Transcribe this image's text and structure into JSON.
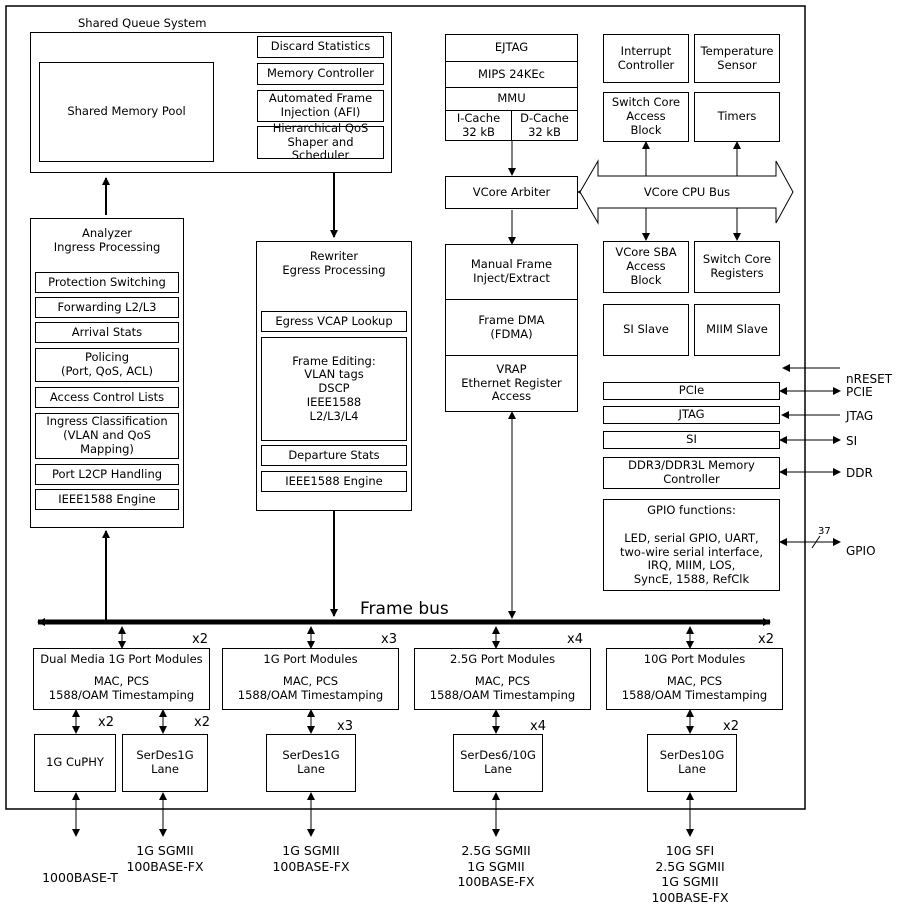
{
  "shared_queue": {
    "title": "Shared Queue System",
    "memory_pool": "Shared Memory Pool",
    "discard": "Discard Statistics",
    "memctrl": "Memory Controller",
    "afi": "Automated Frame\nInjection (AFI)",
    "qos": "Hierarchical QoS\nShaper and Scheduler"
  },
  "analyzer": {
    "title": "Analyzer\nIngress Processing",
    "items": [
      "Protection Switching",
      "Forwarding L2/L3",
      "Arrival Stats",
      "Policing\n(Port, QoS, ACL)",
      "Access Control Lists",
      "Ingress Classification\n(VLAN and QoS Mapping)",
      "Port L2CP Handling",
      "IEEE1588 Engine"
    ]
  },
  "rewriter": {
    "title": "Rewriter\nEgress Processing",
    "vcap": "Egress VCAP Lookup",
    "editing": "Frame Editing:\nVLAN tags\nDSCP\nIEEE1588\nL2/L3/L4",
    "departure": "Departure Stats",
    "ieee": "IEEE1588 Engine"
  },
  "cpu": {
    "ejtag": "EJTAG",
    "mips": "MIPS 24KEc",
    "mmu": "MMU",
    "icache": "I-Cache\n32 kB",
    "dcache": "D-Cache\n32 kB",
    "arbiter": "VCore Arbiter",
    "bus": "VCore CPU Bus",
    "manual": "Manual Frame\nInject/Extract",
    "fdma": "Frame DMA\n(FDMA)",
    "vrap": "VRAP\nEthernet Register\nAccess",
    "interrupt": "Interrupt\nController",
    "temp": "Temperature\nSensor",
    "sc_access": "Switch Core\nAccess\nBlock",
    "timers": "Timers",
    "sba": "VCore SBA\nAccess\nBlock",
    "sc_regs": "Switch Core\nRegisters",
    "si_slave": "SI Slave",
    "miim": "MIIM Slave"
  },
  "io": {
    "pcie": "PCIe",
    "jtag": "JTAG",
    "si": "SI",
    "ddr": "DDR3/DDR3L Memory\nController",
    "gpio_title": "GPIO functions:",
    "gpio_list": "LED, serial GPIO, UART,\ntwo-wire serial interface,\nIRQ, MIIM, LOS,\nSyncE, 1588, RefClk",
    "ext_nreset": "nRESET",
    "ext_pcie": "PCIE",
    "ext_jtag": "JTAG",
    "ext_si": "SI",
    "ext_ddr": "DDR",
    "ext_gpio": "GPIO",
    "gpio_count": "37"
  },
  "frame_bus": "Frame bus",
  "ports": [
    {
      "title": "Dual Media 1G Port Modules",
      "body": "MAC, PCS\n1588/OAM Timestamping",
      "mult": "x2"
    },
    {
      "title": "1G Port Modules",
      "body": "MAC, PCS\n1588/OAM Timestamping",
      "mult": "x3"
    },
    {
      "title": "2.5G Port Modules",
      "body": "MAC, PCS\n1588/OAM Timestamping",
      "mult": "x4"
    },
    {
      "title": "10G Port Modules",
      "body": "MAC, PCS\n1588/OAM Timestamping",
      "mult": "x2"
    }
  ],
  "serdes": [
    {
      "label": "1G CuPHY",
      "mult": "x2"
    },
    {
      "label": "SerDes1G\nLane",
      "mult": "x2"
    },
    {
      "label": "SerDes1G\nLane",
      "mult": "x3"
    },
    {
      "label": "SerDes6/10G\nLane",
      "mult": "x4"
    },
    {
      "label": "SerDes10G\nLane",
      "mult": "x2"
    }
  ],
  "interfaces": [
    "1000BASE-T",
    "1G SGMII\n100BASE-FX",
    "1G SGMII\n100BASE-FX",
    "2.5G SGMII\n1G SGMII\n100BASE-FX",
    "10G SFI\n2.5G SGMII\n1G SGMII\n100BASE-FX"
  ]
}
